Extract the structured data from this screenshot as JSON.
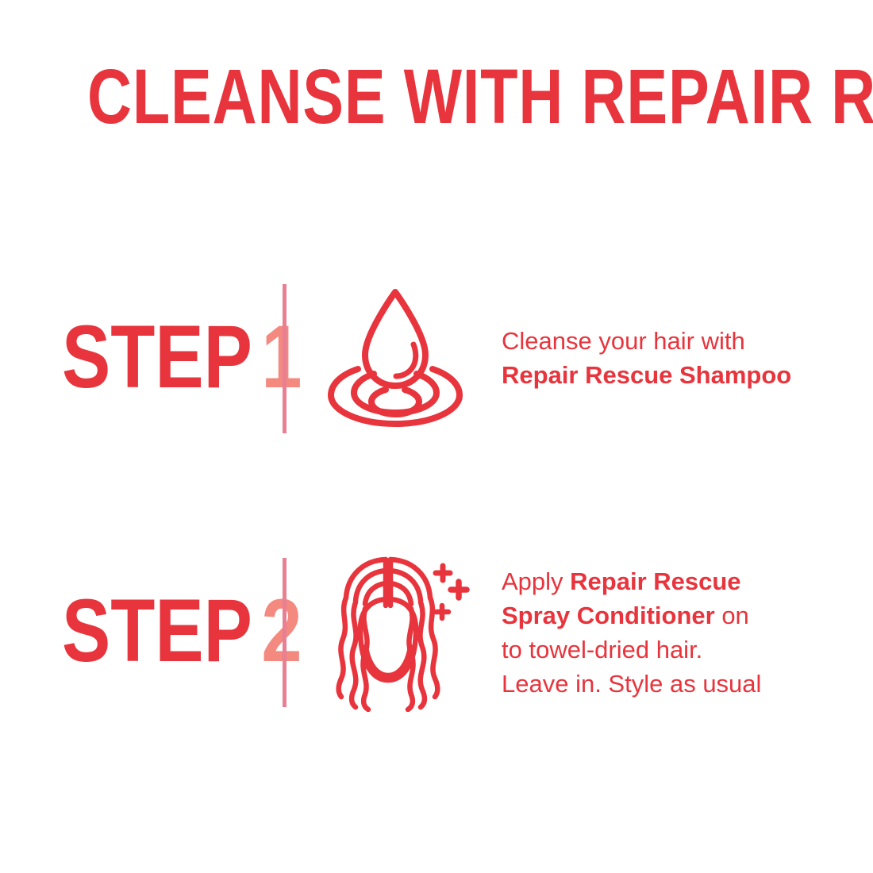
{
  "page": {
    "background_color": "#ffffff",
    "brand_red": "#e8343c",
    "accent_pink": "#f4897f",
    "divider_pink": "#e87f92"
  },
  "header": {
    "title": "CLEANSE WITH REPAIR RESCUE"
  },
  "steps": [
    {
      "label_word": "STEP",
      "number": "1",
      "icon": "water-drop-ripple-icon",
      "copy_lines": [
        {
          "segments": [
            {
              "text": "Cleanse your hair with",
              "bold": false
            }
          ]
        },
        {
          "segments": [
            {
              "text": "Repair Rescue Shampoo",
              "bold": true
            }
          ]
        }
      ],
      "plain_text": "Cleanse your hair with Repair Rescue Shampoo"
    },
    {
      "label_word": "STEP",
      "number": "2",
      "icon": "woman-wavy-hair-sparkle-icon",
      "copy_lines": [
        {
          "segments": [
            {
              "text": "Apply ",
              "bold": false
            },
            {
              "text": "Repair Rescue",
              "bold": true
            }
          ]
        },
        {
          "segments": [
            {
              "text": "Spray Conditioner",
              "bold": true
            },
            {
              "text": " on",
              "bold": false
            }
          ]
        },
        {
          "segments": [
            {
              "text": "to towel-dried hair.",
              "bold": false
            }
          ]
        },
        {
          "segments": [
            {
              "text": "Leave in. Style as usual",
              "bold": false
            }
          ]
        }
      ],
      "plain_text": "Apply Repair Rescue Spray Conditioner on to towel-dried hair. Leave in. Style as usual"
    }
  ]
}
